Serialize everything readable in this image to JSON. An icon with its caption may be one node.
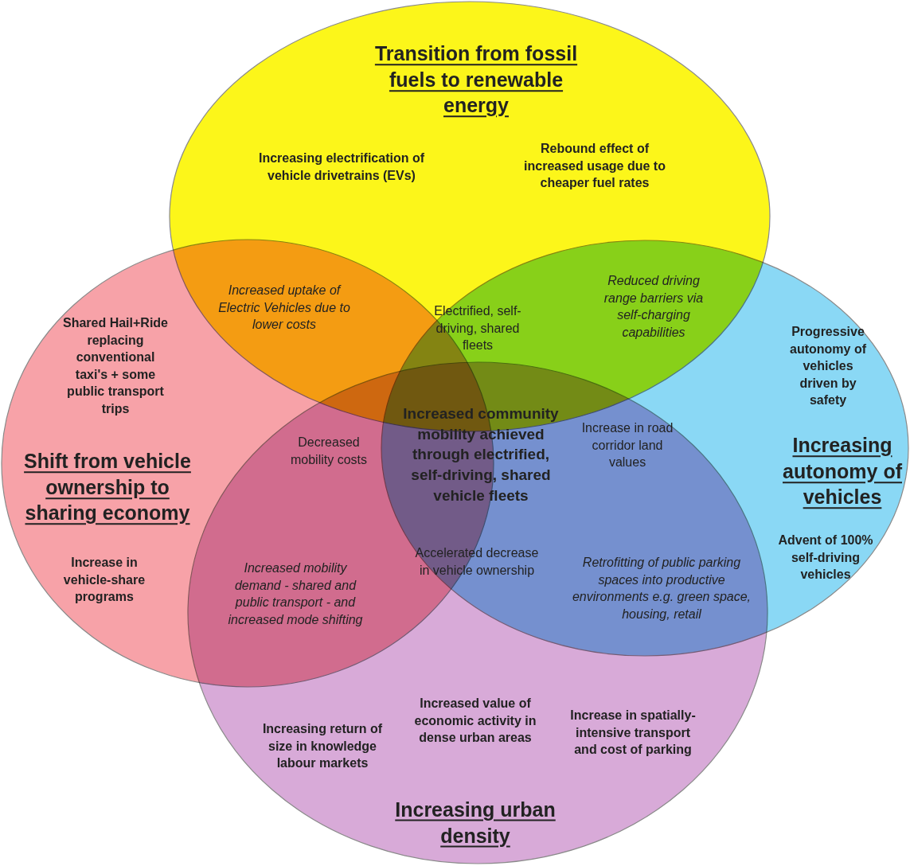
{
  "diagram": {
    "nodes": [
      {
        "text": [
          "Transition from fossil fuels to renewable energy",
          "Increasing electrification of vehicle drivetrains (EVs)",
          "Rebound effect of increased usage due to cheaper fuel rates"
        ]
      },
      {
        "text": [
          "Shared Hail+Ride replacing conventional taxi's + some public transport trips",
          "Shift from vehicle ownership to sharing economy",
          "Increase in vehicle-share programs"
        ]
      },
      {
        "text": [
          "Progressive autonomy of vehicles driven by safety",
          "Increasing autonomy of vehicles",
          "Advent of 100% self-driving vehicles"
        ]
      },
      {
        "text": [
          "Increasing return of size in knowledge labour markets",
          "Increased value of economic activity in dense urban areas",
          "Increase in spatially-intensive transport and cost of parking",
          "Increasing urban density"
        ]
      }
    ],
    "labels": [
      "Increased uptake of Electric Vehicles due to lower costs",
      "Electrified, self-driving, shared fleets",
      "Reduced driving range barriers via self-charging capabilities",
      "Decreased mobility costs",
      "Increased community mobility achieved through electrified, self-driving, shared vehicle fleets",
      "Increase in road corridor land values",
      "Increased mobility demand - shared and public transport - and increased mode shifting",
      "Accelerated decrease in vehicle ownership",
      "Retrofitting of public parking spaces into productive environments e.g. green space, housing, retail"
    ]
  }
}
